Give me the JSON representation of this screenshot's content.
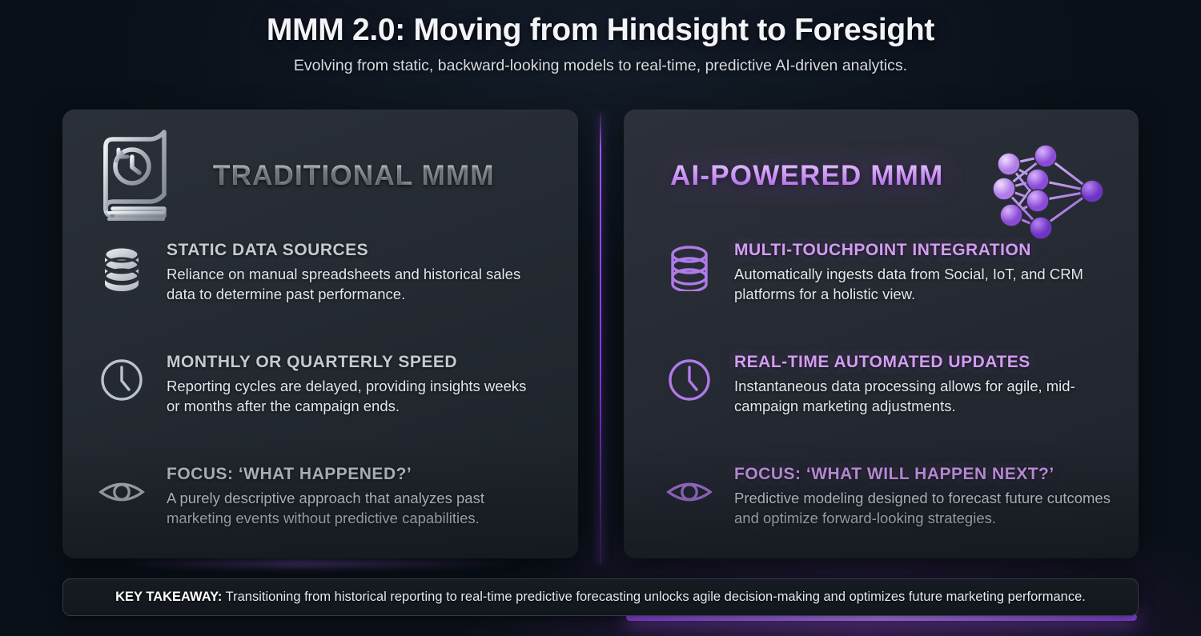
{
  "header": {
    "title": "MMM 2.0: Moving from Hindsight to Foresight",
    "subtitle": "Evolving from static, backward-looking models to real-time, predictive AI-driven analytics."
  },
  "colors": {
    "background": "#0a1018",
    "panel_left": "#262b33",
    "panel_right": "#272b34",
    "accent_purple": "#a855f7",
    "accent_heading": "#d29ef2",
    "silver_heading": "#c3c8cf",
    "body_text": "#e3e6ea"
  },
  "panels": [
    {
      "id": "traditional",
      "title": "TRADITIONAL MMM",
      "header_icon": "book-history-icon",
      "features": [
        {
          "icon": "database-icon",
          "title": "STATIC DATA SOURCES",
          "description": "Reliance on manual spreadsheets and historical sales data to determine past performance."
        },
        {
          "icon": "clock-icon",
          "title": "MONTHLY OR QUARTERLY SPEED",
          "description": "Reporting cycles are delayed, providing insights weeks or months after the campaign ends."
        },
        {
          "icon": "eye-icon",
          "title": "FOCUS: ‘WHAT HAPPENED?’",
          "description": "A purely descriptive approach that analyzes past marketing events without predictive capabilities."
        }
      ]
    },
    {
      "id": "ai-powered",
      "title": "AI-POWERED MMM",
      "header_icon": "neural-network-icon",
      "features": [
        {
          "icon": "database-icon",
          "title": "MULTI-TOUCHPOINT INTEGRATION",
          "description": "Automatically ingests data from Social, IoT, and CRM platforms for a holistic view."
        },
        {
          "icon": "clock-icon",
          "title": "REAL-TIME AUTOMATED UPDATES",
          "description": "Instantaneous data processing allows for agile, mid-campaign marketing adjustments."
        },
        {
          "icon": "eye-icon",
          "title": "FOCUS: ‘WHAT WILL HAPPEN NEXT?’",
          "description": "Predictive modeling designed to forecast future cutcomes and optimize forward-looking strategies."
        }
      ]
    }
  ],
  "footer": {
    "label": "KEY TAKEAWAY:",
    "text": " Transitioning from historical reporting to real-time predictive forecasting unlocks agile decision-making and optimizes future marketing performance."
  }
}
